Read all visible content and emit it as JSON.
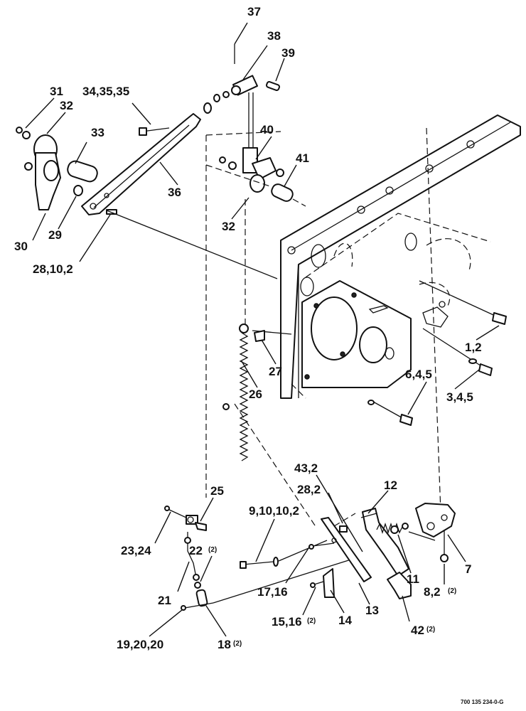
{
  "callouts": {
    "c37": "37",
    "c38": "38",
    "c39": "39",
    "c31": "31",
    "c32a": "32",
    "c34": "34,35,35",
    "c33": "33",
    "c40": "40",
    "c41": "41",
    "c36": "36",
    "c30": "30",
    "c29": "29",
    "c32b": "32",
    "c28": "28,10,2",
    "c1": "1,2",
    "c27": "27",
    "c26": "26",
    "c6": "6,4,5",
    "c3": "3,4,5",
    "c43": "43,2",
    "c12": "12",
    "c25": "25",
    "c28b": "28,2",
    "c9": "9,10,10,2",
    "c23": "23,24",
    "c22": "22",
    "c22q": "(2)",
    "c21": "21",
    "c11": "11",
    "c7": "7",
    "c17": "17,16",
    "c13": "13",
    "c8": "8,2",
    "c8q": "(2)",
    "c15": "15,16",
    "c15q": "(2)",
    "c14": "14",
    "c19": "19,20,20",
    "c18": "18",
    "c18q": "(2)",
    "c42": "42",
    "c42q": "(2)"
  },
  "reference_number": "700 135 234-0-G"
}
